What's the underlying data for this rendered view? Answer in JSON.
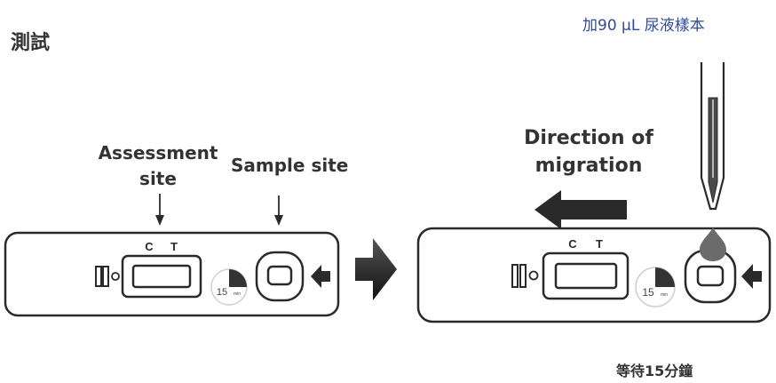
{
  "title": "測試",
  "step1": {
    "assessment_label_line1": "Assessment",
    "assessment_label_line2": "site",
    "sample_label": "Sample site",
    "c_marker": "C",
    "t_marker": "T",
    "timer_text": "15",
    "timer_unit": "min"
  },
  "step2": {
    "instruction": "加90 µL 尿液樣本",
    "direction_line1": "Direction of",
    "direction_line2": "migration",
    "c_marker": "C",
    "t_marker": "T",
    "timer_text": "15",
    "timer_unit": "min",
    "wait_text": "等待15分鐘"
  },
  "colors": {
    "ink": "#2a2a2a",
    "instruction": "#2c4aa0"
  }
}
